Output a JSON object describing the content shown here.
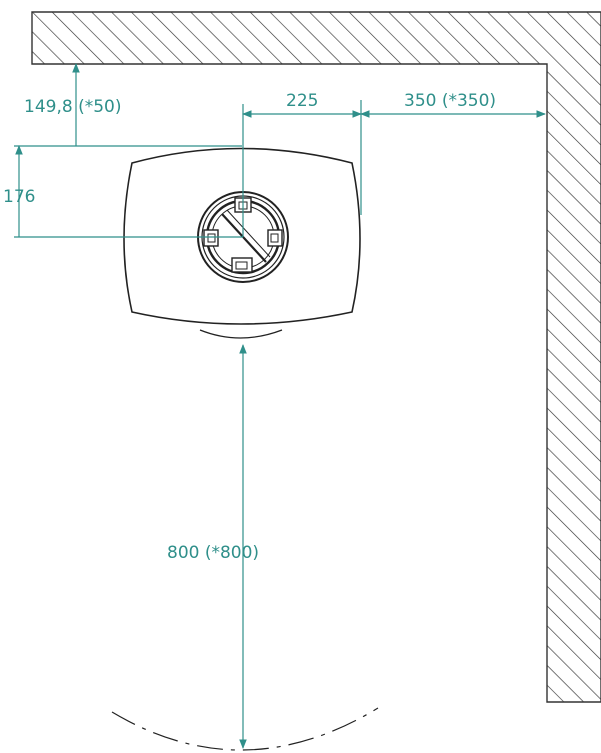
{
  "dimensions": {
    "wall_back_distance": "149,8  (*50)",
    "center_offset": "225",
    "side_wall_distance": "350  (*350)",
    "depth_to_flue": "176",
    "front_clearance": "800  (*800)"
  },
  "colors": {
    "dimension": "#2f8f8a",
    "outline": "#222222",
    "hatch": "#333333",
    "background": "#ffffff"
  }
}
